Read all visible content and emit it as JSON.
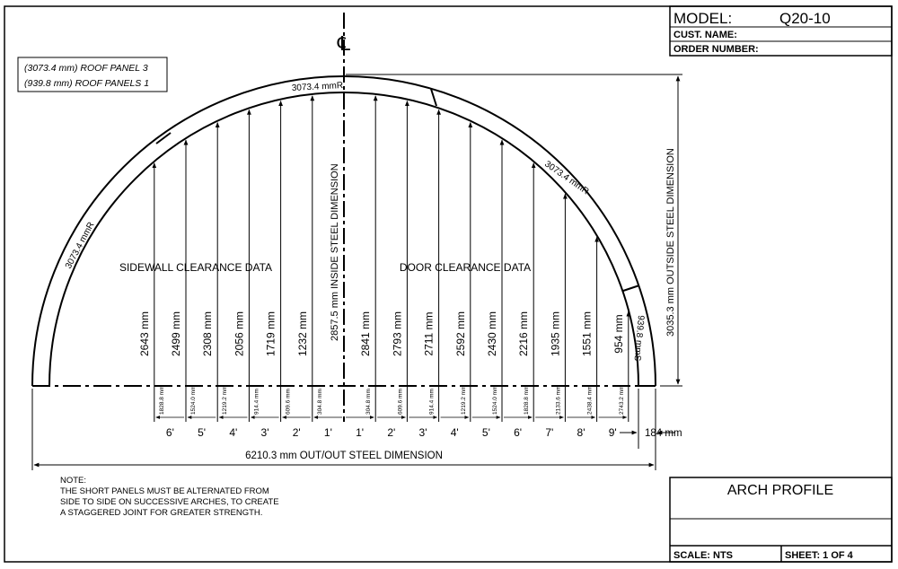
{
  "title_block": {
    "model_label": "MODEL:",
    "model_value": "Q20-10",
    "cust_name_label": "CUST. NAME:",
    "order_number_label": "ORDER NUMBER:",
    "drawing_title": "ARCH PROFILE",
    "scale_label": "SCALE: NTS",
    "sheet_label": "SHEET: 1 OF 4"
  },
  "legend": {
    "line1": "(3073.4 mm) ROOF PANEL  3",
    "line2": "(939.8 mm) ROOF PANELS  1"
  },
  "centerline_symbol": "℄",
  "panel_labels": {
    "top": "3073.4 mmR",
    "left": "3073.4 mmR",
    "right": "3073.4 mmR",
    "short": "939.8 mmS"
  },
  "dimensions": {
    "inside_height": "2857.5 mm  INSIDE STEEL DIMENSION",
    "outside_height": "3035.3 mm  OUTSIDE STEEL DIMENSION",
    "overall_width": "6210.3 mm OUT/OUT STEEL DIMENSION",
    "side_gap": "184 mm"
  },
  "section_titles": {
    "sidewall": "SIDEWALL CLEARANCE DATA",
    "door": "DOOR CLEARANCE DATA"
  },
  "sidewall": {
    "heights": [
      "1232 mm",
      "1719 mm",
      "2056 mm",
      "2308 mm",
      "2499 mm",
      "2643 mm"
    ],
    "offsets": [
      "304.8 mm",
      "609.6 mm",
      "914.4 mm",
      "1219.2 mm",
      "1524.0 mm",
      "1828.8 mm"
    ],
    "feet": [
      "1'",
      "2'",
      "3'",
      "4'",
      "5'",
      "6'"
    ]
  },
  "door": {
    "heights": [
      "2841 mm",
      "2793 mm",
      "2711 mm",
      "2592 mm",
      "2430 mm",
      "2216 mm",
      "1935 mm",
      "1551 mm",
      "954 mm"
    ],
    "offsets": [
      "304.8 mm",
      "609.6 mm",
      "914.4 mm",
      "1219.2 mm",
      "1524.0 mm",
      "1828.8 mm",
      "2133.6 mm",
      "2438.4 mm",
      "2743.2 mm"
    ],
    "feet": [
      "1'",
      "2'",
      "3'",
      "4'",
      "5'",
      "6'",
      "7'",
      "8'",
      "9'"
    ]
  },
  "note": {
    "heading": "NOTE:",
    "line1": "THE SHORT PANELS MUST BE ALTERNATED FROM",
    "line2": "SIDE TO SIDE ON SUCCESSIVE ARCHES, TO CREATE",
    "line3": "A STAGGERED JOINT FOR GREATER STRENGTH."
  }
}
